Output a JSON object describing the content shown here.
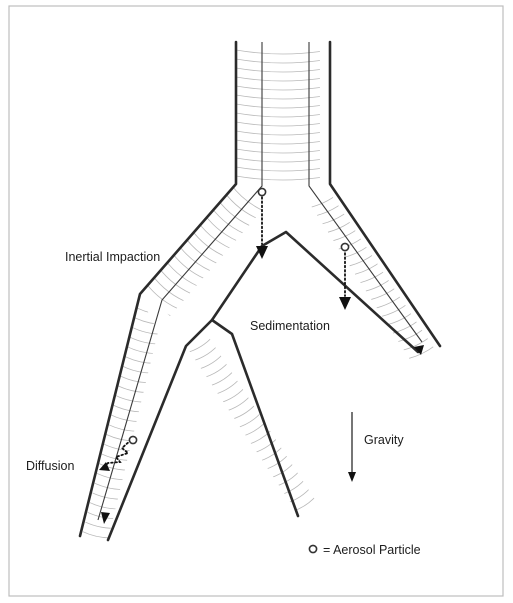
{
  "diagram": {
    "labels": {
      "inertial_impaction": "Inertial Impaction",
      "sedimentation": "Sedimentation",
      "diffusion": "Diffusion",
      "gravity": "Gravity",
      "legend_text": "= Aerosol Particle"
    },
    "colors": {
      "wall": "#2b2b2b",
      "streamline": "#3a3a3a",
      "contour": "#b8b8b8",
      "frame": "#bdbdbd",
      "particle_fill": "#ffffff"
    },
    "icons": {
      "particle": "aerosol-particle-icon",
      "arrow": "down-arrow-icon"
    }
  }
}
